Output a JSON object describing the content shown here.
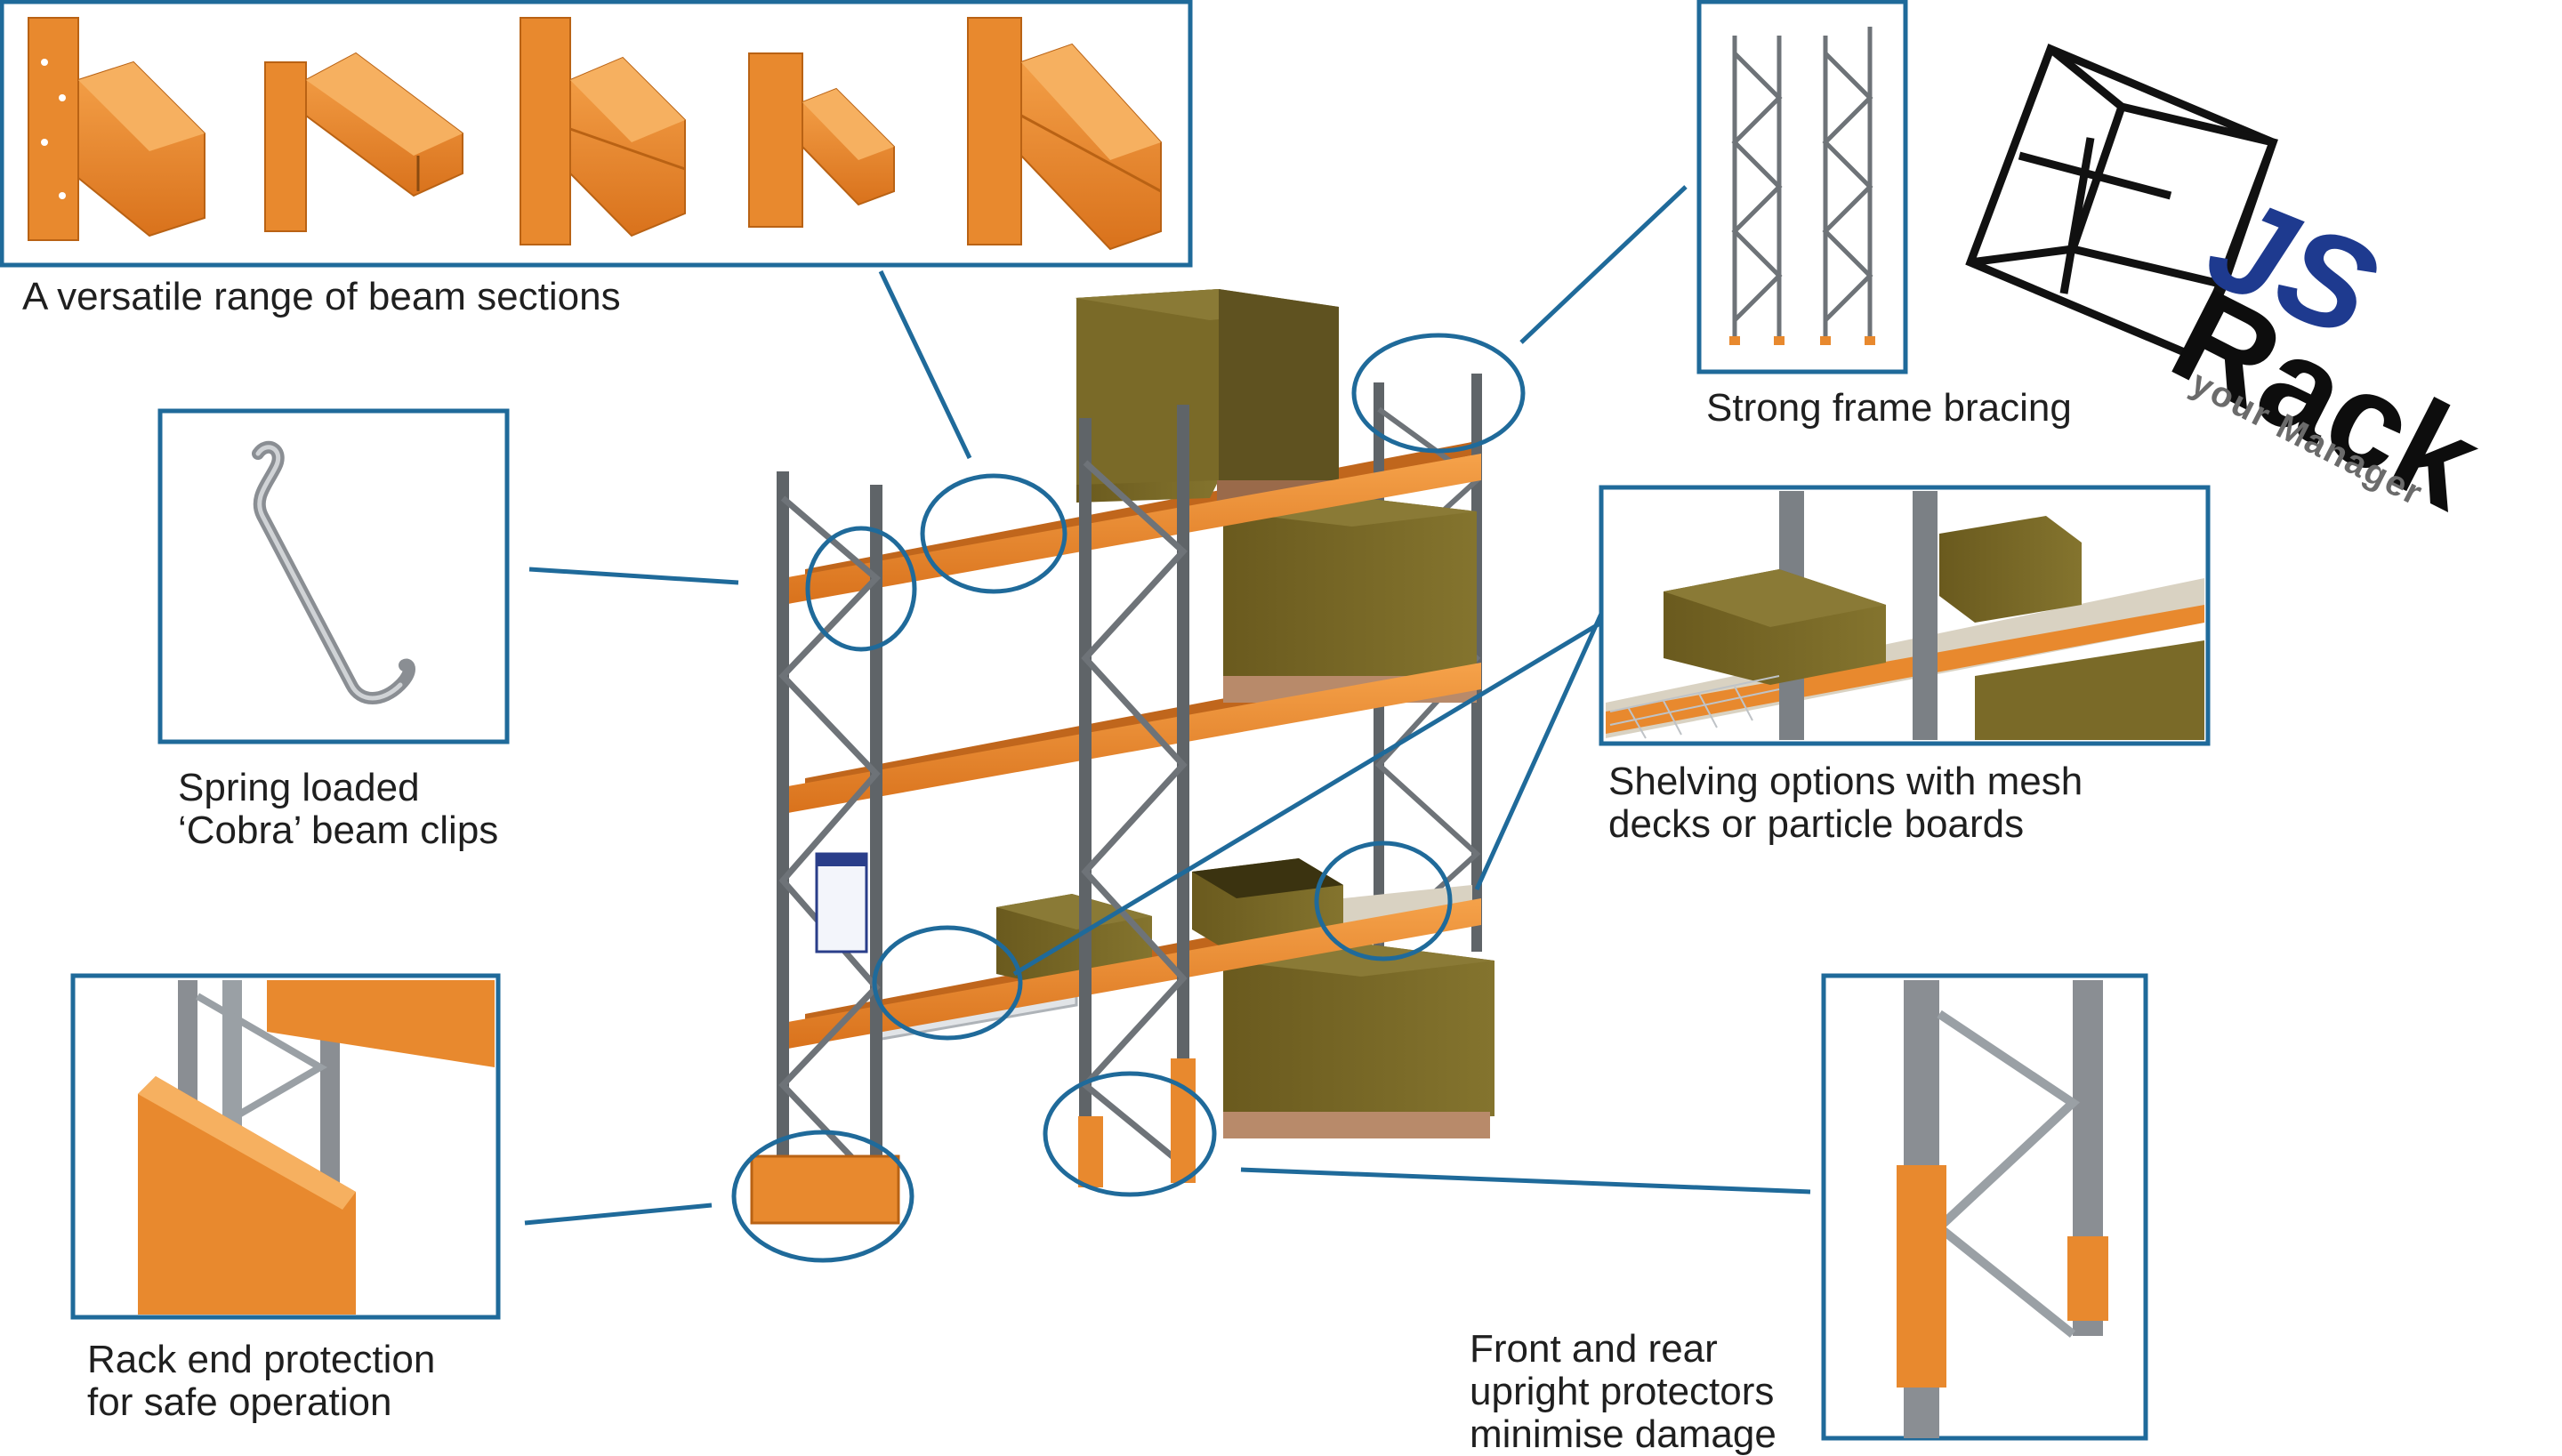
{
  "callouts": {
    "beam_sections": "A versatile range of beam sections",
    "frame_bracing": "Strong frame bracing",
    "beam_clips": [
      "Spring loaded",
      "‘Cobra’ beam clips"
    ],
    "shelving": [
      "Shelving options with mesh",
      "decks or particle boards"
    ],
    "end_protection": [
      "Rack end protection",
      "for safe operation"
    ],
    "upright_protectors": [
      "Front and rear",
      "upright protectors",
      "minimise damage"
    ]
  },
  "logo": {
    "brand_top": "JS",
    "brand_bottom": "Rack",
    "tagline": "your Manager"
  },
  "colors": {
    "outline_blue": "#1f6a9a",
    "beam_orange": "#e8892e",
    "frame_grey": "#6e7378",
    "box_olive": "#7a6a28",
    "logo_blue": "#1e3a8f"
  }
}
